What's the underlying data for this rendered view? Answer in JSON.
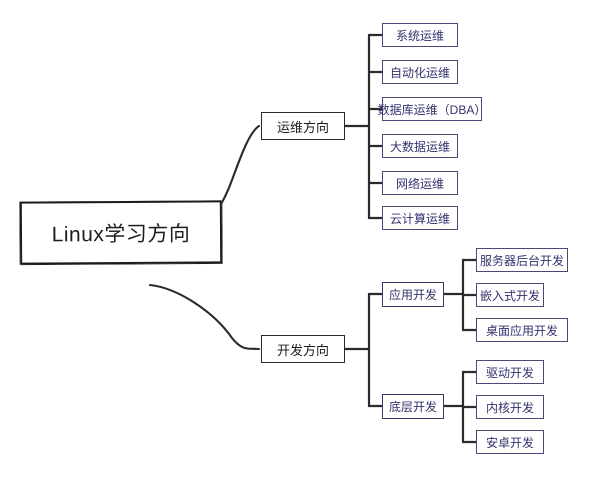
{
  "diagram": {
    "type": "mind-map",
    "title": "Linux学习方向",
    "colors": {
      "background": "#ffffff",
      "root_border": "#1b1b1b",
      "root_text": "#1d1d1d",
      "branch_border": "#2a2a2a",
      "branch_text": "#1d1d1d",
      "leaf_border": "#4a4a7a",
      "leaf_text": "#33336e",
      "connector": "#2b2b2b"
    },
    "root": {
      "label": "Linux学习方向"
    },
    "branches": [
      {
        "label": "运维方向",
        "children": [
          {
            "label": "系统运维"
          },
          {
            "label": "自动化运维"
          },
          {
            "label": "数据库运维（DBA）"
          },
          {
            "label": "大数据运维"
          },
          {
            "label": "网络运维"
          },
          {
            "label": "云计算运维"
          }
        ]
      },
      {
        "label": "开发方向",
        "children": [
          {
            "label": "应用开发",
            "children": [
              {
                "label": "服务器后台开发"
              },
              {
                "label": "嵌入式开发"
              },
              {
                "label": "桌面应用开发"
              }
            ]
          },
          {
            "label": "底层开发",
            "children": [
              {
                "label": "驱动开发"
              },
              {
                "label": "内核开发"
              },
              {
                "label": "安卓开发"
              }
            ]
          }
        ]
      }
    ]
  }
}
